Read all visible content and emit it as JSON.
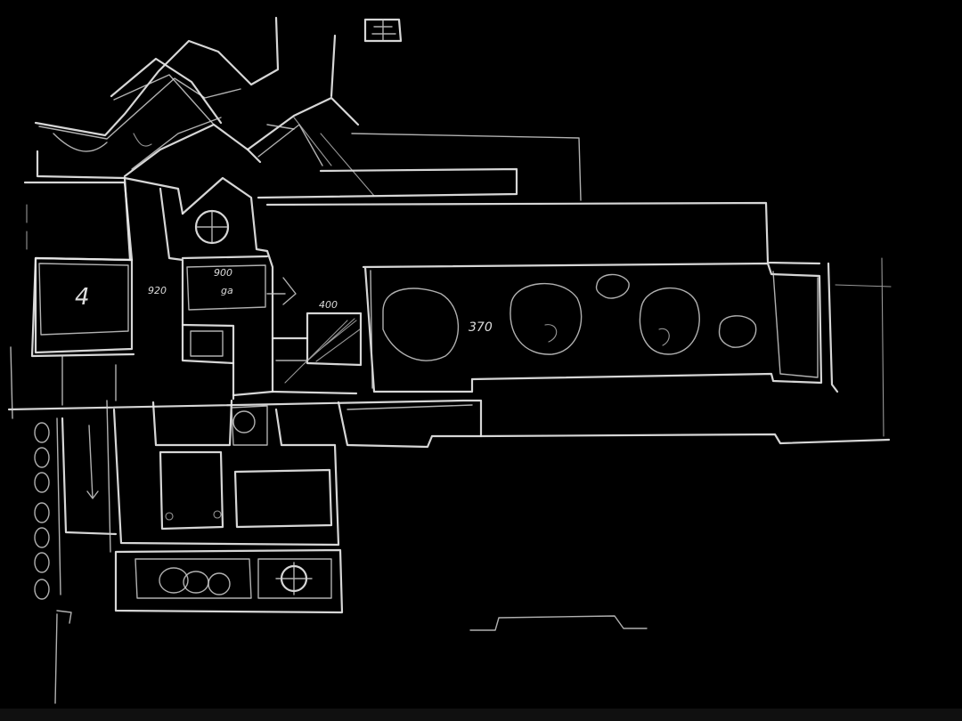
{
  "annotations": {
    "room_number": "4",
    "dim_left": "920",
    "dim_top_1": "900",
    "dim_top_2": "ga",
    "dim_right": "400",
    "dim_pool": "370"
  }
}
